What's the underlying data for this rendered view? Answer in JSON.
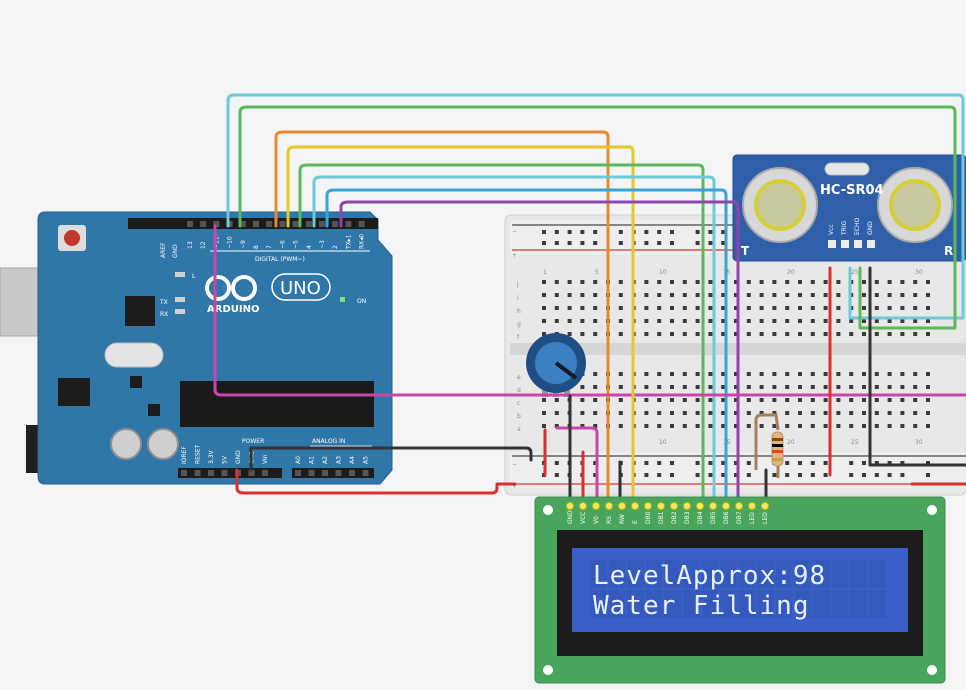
{
  "arduino": {
    "aref": "AREF",
    "gnd": "GND",
    "digital_label": "DIGITAL (PWM~)",
    "tx_label": "TX",
    "rx_label": "RX",
    "l_label": "L",
    "on_label": "ON",
    "uno": "UNO",
    "brand": "ARDUINO",
    "power_label": "POWER",
    "analog_label": "ANALOG IN",
    "digital_pins": [
      "13",
      "12",
      "~11",
      "~10",
      "~9",
      "8",
      "7",
      "~6",
      "~5",
      "4",
      "~3",
      "2",
      "TX▸1",
      "RX◂0"
    ],
    "power_pins": [
      "IOREF",
      "RESET",
      "3.3V",
      "5V",
      "GND",
      "GND",
      "Vin"
    ],
    "analog_pins": [
      "A0",
      "A1",
      "A2",
      "A3",
      "A4",
      "A5"
    ]
  },
  "sensor": {
    "model": "HC-SR04",
    "pins": [
      "Vcc",
      "TRIG",
      "ECHO",
      "GND"
    ],
    "t_label": "T",
    "r_label": "R"
  },
  "breadboard": {
    "row_letters_top": [
      "j",
      "i",
      "h",
      "g",
      "f"
    ],
    "row_letters_bottom": [
      "e",
      "d",
      "c",
      "b",
      "a"
    ],
    "column_numbers": [
      "1",
      "5",
      "10",
      "15",
      "20",
      "25",
      "30"
    ],
    "plus": "+",
    "minus": "−"
  },
  "lcd": {
    "pins": [
      "GND",
      "VCC",
      "V0",
      "RS",
      "RW",
      "E",
      "DB0",
      "DB1",
      "DB2",
      "DB3",
      "DB4",
      "DB5",
      "DB6",
      "DB7",
      "LED",
      "LED"
    ],
    "line1": "LevelApprox:98",
    "line2": "Water Filling"
  },
  "colors": {
    "wire_cyan": "#6ec9d8",
    "wire_green": "#5cb85c",
    "wire_orange": "#e8892b",
    "wire_yellow": "#e7c727",
    "wire_blue": "#3aa3d8",
    "wire_purple": "#8e44ad",
    "wire_magenta": "#cc44aa",
    "wire_red": "#d93030",
    "wire_black": "#333333",
    "board_blue": "#2f77a8",
    "lcd_green": "#4aa55c",
    "lcd_screen": "#3a60c8"
  }
}
